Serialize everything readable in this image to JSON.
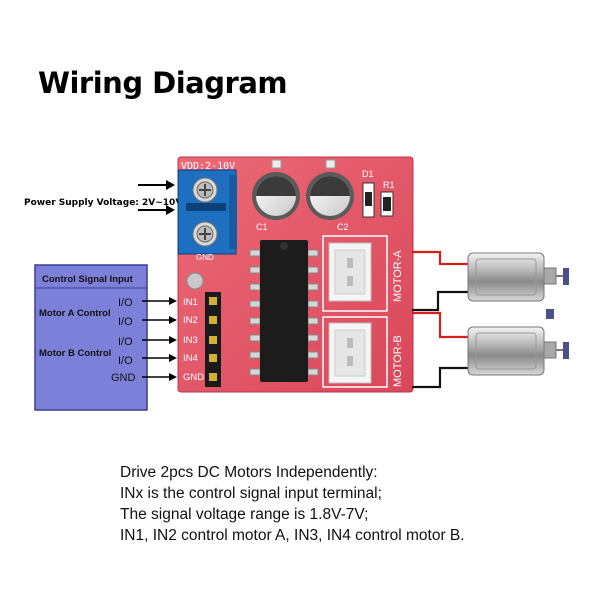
{
  "title": "Wiring Diagram",
  "power_supply_label": "Power Supply Voltage: 2V~10V",
  "control_box": {
    "title": "Control Signal Input",
    "motor_a_label": "Motor A Control",
    "motor_b_label": "Motor B Control",
    "pin_labels": [
      "I/O",
      "I/O",
      "I/O",
      "I/O",
      "GND"
    ]
  },
  "board": {
    "vdd_label": "VDD:2-10V",
    "gnd_label": "GND",
    "pin_labels": [
      "IN1",
      "IN2",
      "IN3",
      "IN4",
      "GND"
    ],
    "c1": "C1",
    "c2": "C2",
    "d1": "D1",
    "r1": "R1",
    "motor_a": "MOTOR-A",
    "motor_b": "MOTOR-B"
  },
  "description": [
    "Drive 2pcs DC Motors Independently:",
    "INx is the control signal input terminal;",
    "The signal voltage range is 1.8V-7V;",
    "IN1, IN2 control motor A, IN3, IN4 control motor B."
  ],
  "colors": {
    "board": "#e8596a",
    "control_box": "#7d80d8",
    "terminal": "#1f6fc0",
    "wire_red": "#d4201c",
    "wire_black": "#111111"
  }
}
